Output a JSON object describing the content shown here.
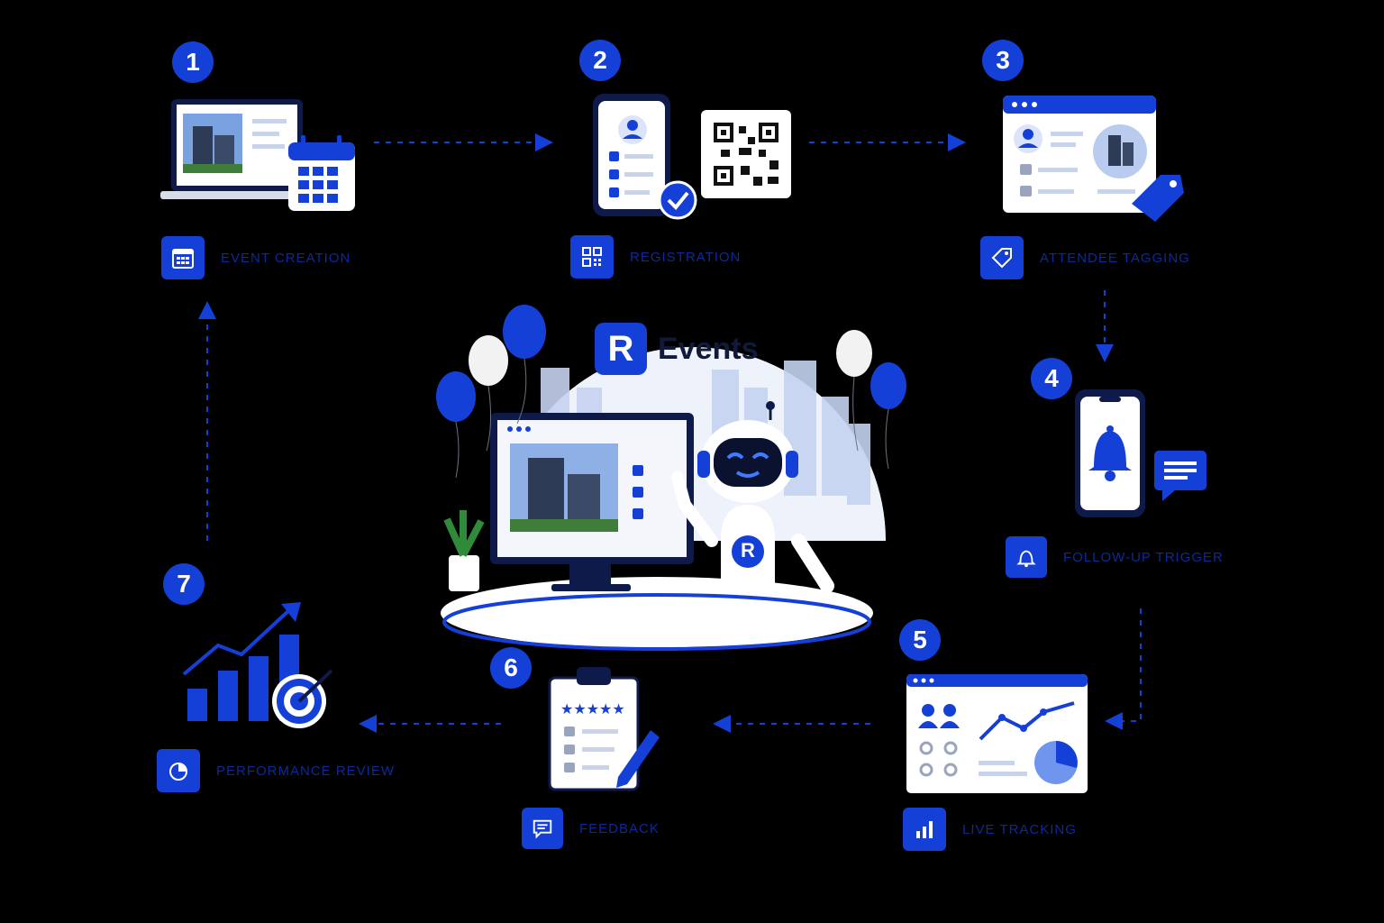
{
  "colors": {
    "accent": "#1540d8",
    "accent_dark": "#0d2a96",
    "background": "#000000",
    "card": "#ffffff",
    "panel": "#eef2fb"
  },
  "center": {
    "logo_letter": "R",
    "brand_name": "Events",
    "robot_chest_letter": "R"
  },
  "steps": [
    {
      "number": "1",
      "label": "Event Creation",
      "icon": "calendar-icon"
    },
    {
      "number": "2",
      "label": "Registration",
      "icon": "qr-code-icon"
    },
    {
      "number": "3",
      "label": "Attendee Tagging",
      "icon": "tag-icon"
    },
    {
      "number": "4",
      "label": "Follow-up Trigger",
      "icon": "bell-icon"
    },
    {
      "number": "5",
      "label": "Live Tracking",
      "icon": "bar-chart-icon"
    },
    {
      "number": "6",
      "label": "Feedback",
      "icon": "feedback-icon"
    },
    {
      "number": "7",
      "label": "Performance Review",
      "icon": "pie-chart-icon"
    }
  ]
}
